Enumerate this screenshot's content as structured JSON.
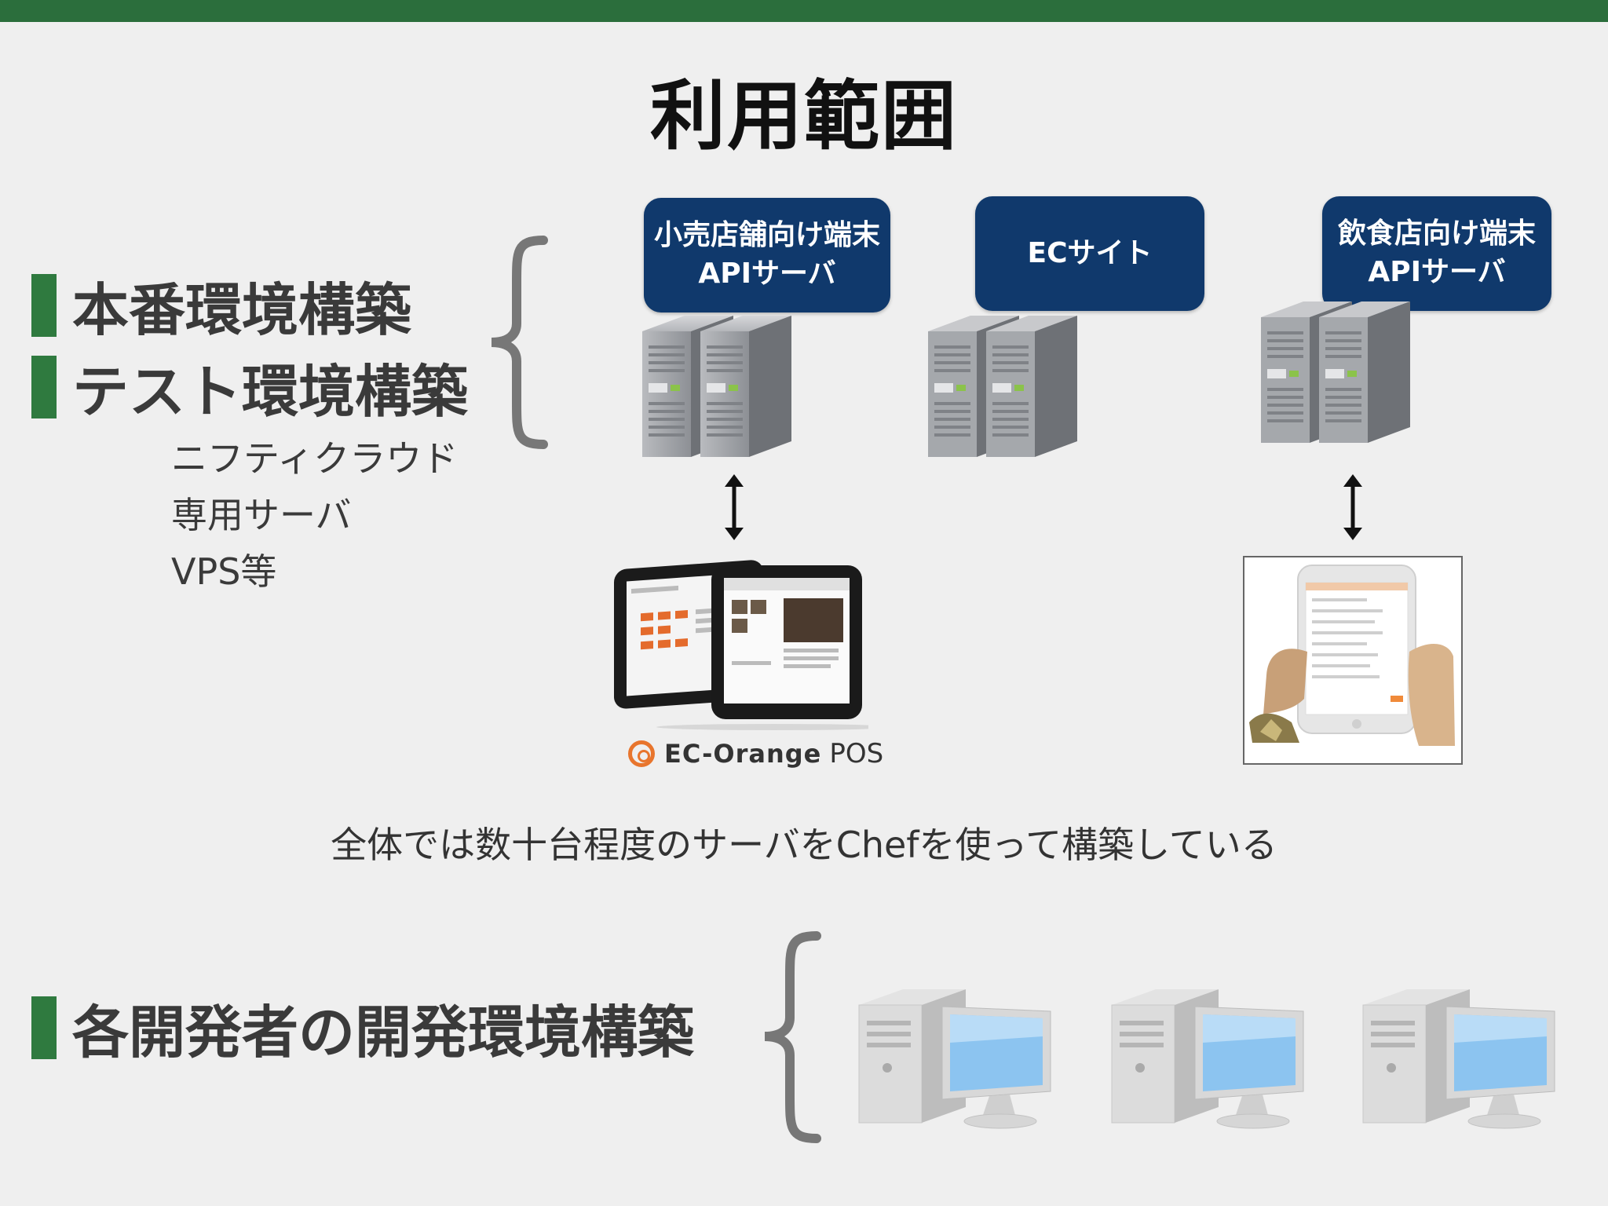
{
  "slide": {
    "title": "利用範囲",
    "bullets": [
      {
        "text": "本番環境構築"
      },
      {
        "text": "テスト環境構築"
      },
      {
        "text": "各開発者の開発環境構築"
      }
    ],
    "sub_items": [
      "ニフティクラウド",
      "専用サーバ",
      "VPS等"
    ],
    "servers": [
      {
        "line1": "小売店舗向け端末",
        "line2": "APIサーバ"
      },
      {
        "line1": "ECサイト",
        "line2": ""
      },
      {
        "line1": "飲食店向け端末",
        "line2": "APIサーバ"
      }
    ],
    "brand": {
      "name_bold": "EC-Orange",
      "name_light": "POS"
    },
    "note": "全体では数十台程度のサーバをChefを使って構築している"
  },
  "colors": {
    "top_bar": "#2b6e3c",
    "bullet_mark": "#2f7a3f",
    "label_bg": "#10396c",
    "brand_orange": "#e8752d"
  },
  "icons": [
    "server-rack-icon",
    "double-arrow-icon",
    "tablet-pos-icon",
    "desktop-pc-icon",
    "curly-brace-icon"
  ]
}
